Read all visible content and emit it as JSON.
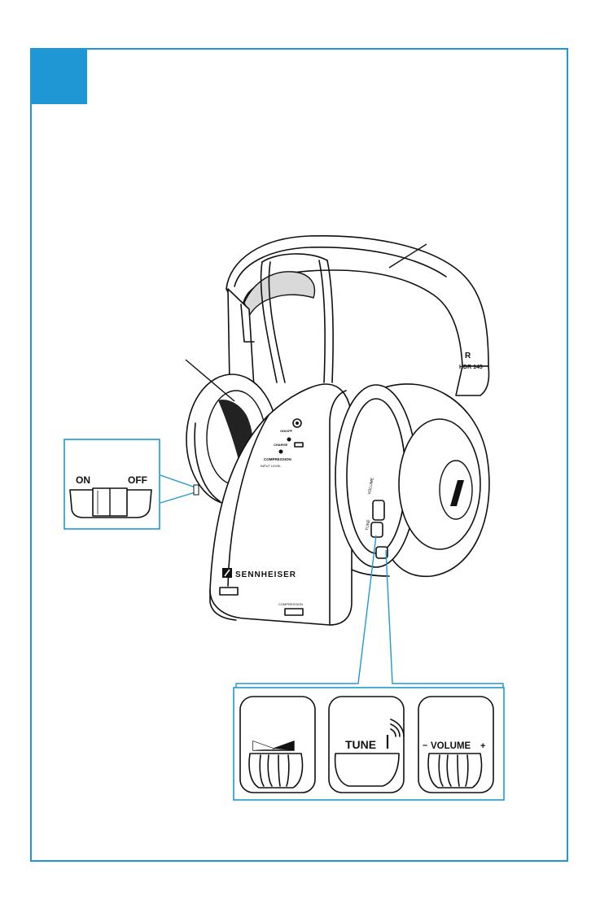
{
  "colors": {
    "accent": "#1f97d4",
    "line": "#111111"
  },
  "headphones": {
    "side_letter": "R",
    "model": "HDR 145",
    "ear_controls": {
      "volume_label": "VOLUME",
      "tune_label": "TUNE"
    }
  },
  "transmitter": {
    "brand": "SENNHEISER",
    "on_label": "ON/OFF",
    "charge_label": "CHARGE",
    "compression_label": "COMPRESSION",
    "input_level_label": "INPUT LEVEL",
    "bottom_label": "COMPRESSION"
  },
  "detail_switch": {
    "on_label": "ON",
    "off_label": "OFF"
  },
  "detail_controls": {
    "tune_label": "TUNE",
    "volume_label": "VOLUME",
    "minus": "–",
    "plus": "+"
  }
}
